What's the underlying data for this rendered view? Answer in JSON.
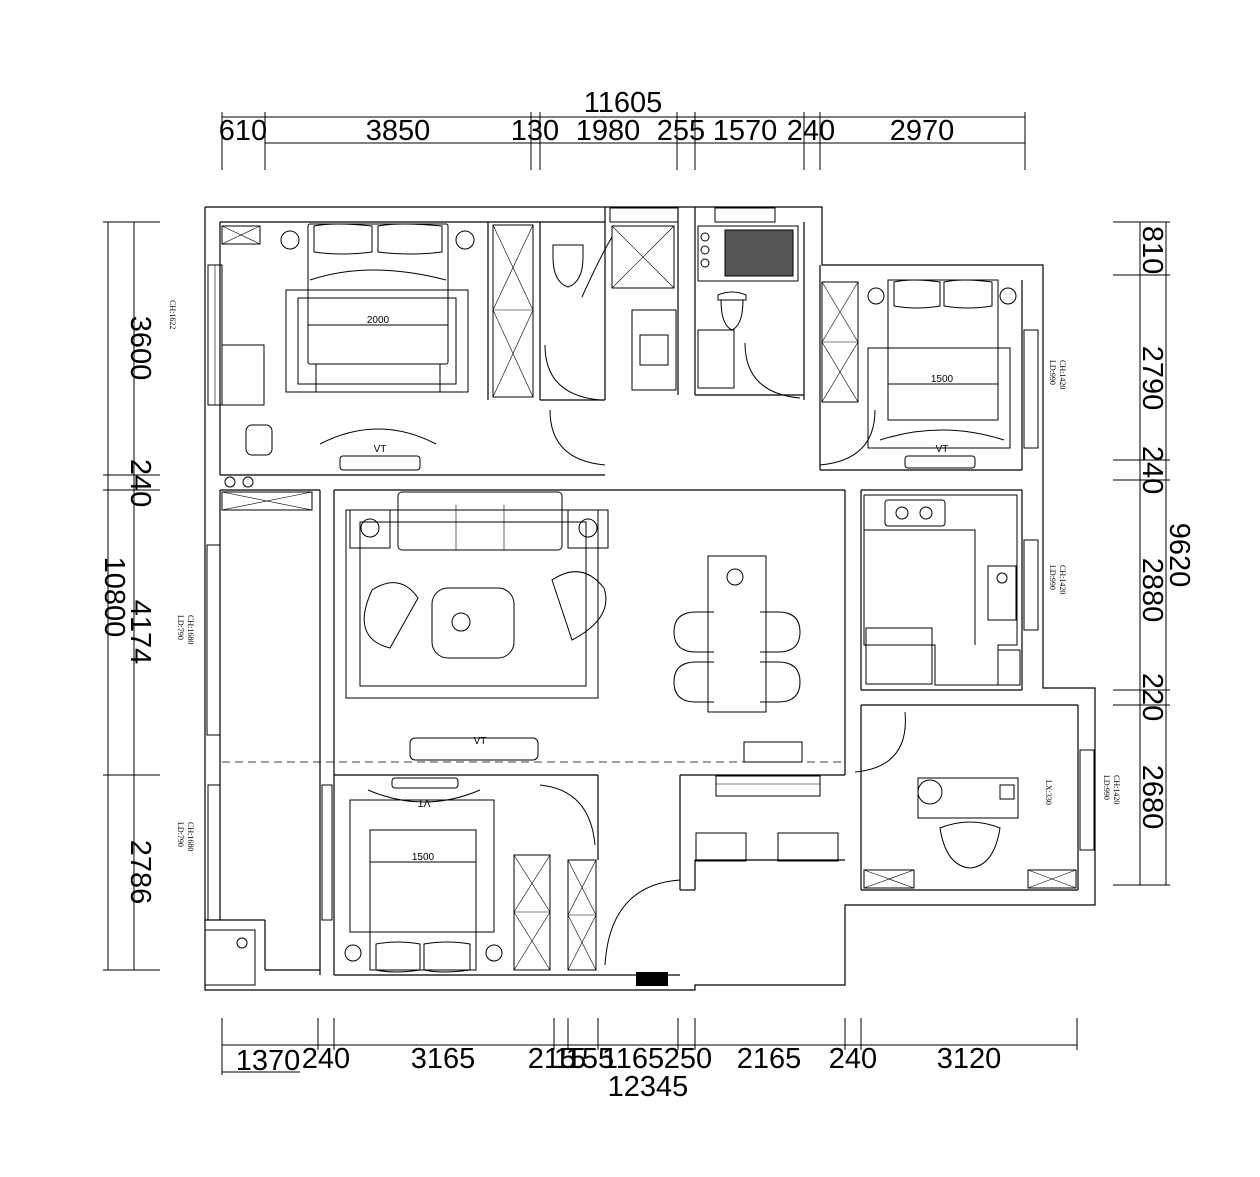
{
  "dimensions": {
    "top_total": "11605",
    "top_segments": [
      "610",
      "3850",
      "130",
      "1980",
      "255",
      "1570",
      "240",
      "2970"
    ],
    "bottom_total": "12345",
    "bottom_segments": [
      "1370",
      "240",
      "3165",
      "215",
      "15",
      "155",
      "1165",
      "250",
      "2165",
      "240",
      "3120"
    ],
    "left_total": "10800",
    "left_segments": [
      "3600",
      "240",
      "4174",
      "2786"
    ],
    "right_total": "9620",
    "right_segments": [
      "810",
      "2790",
      "240",
      "2880",
      "220",
      "2680"
    ]
  },
  "labels": {
    "bed_master": "2000",
    "bed_second": "1500",
    "bed_third": "1500",
    "tv_master": "VT",
    "tv_second": "VT",
    "tv_living": "VT",
    "tv_third": "VT"
  },
  "window_notes": {
    "master_left": "CH:1622",
    "second_right": [
      "LD:990",
      "CH:1420"
    ],
    "kitchen_right": [
      "LD:990",
      "CH:1420"
    ],
    "living_left": [
      "LD:790",
      "CH:1680"
    ],
    "third_left": [
      "LD:790",
      "CH:1680"
    ],
    "study_right": [
      "LD:990",
      "CH:1420"
    ],
    "study_desk": "LX:330"
  }
}
